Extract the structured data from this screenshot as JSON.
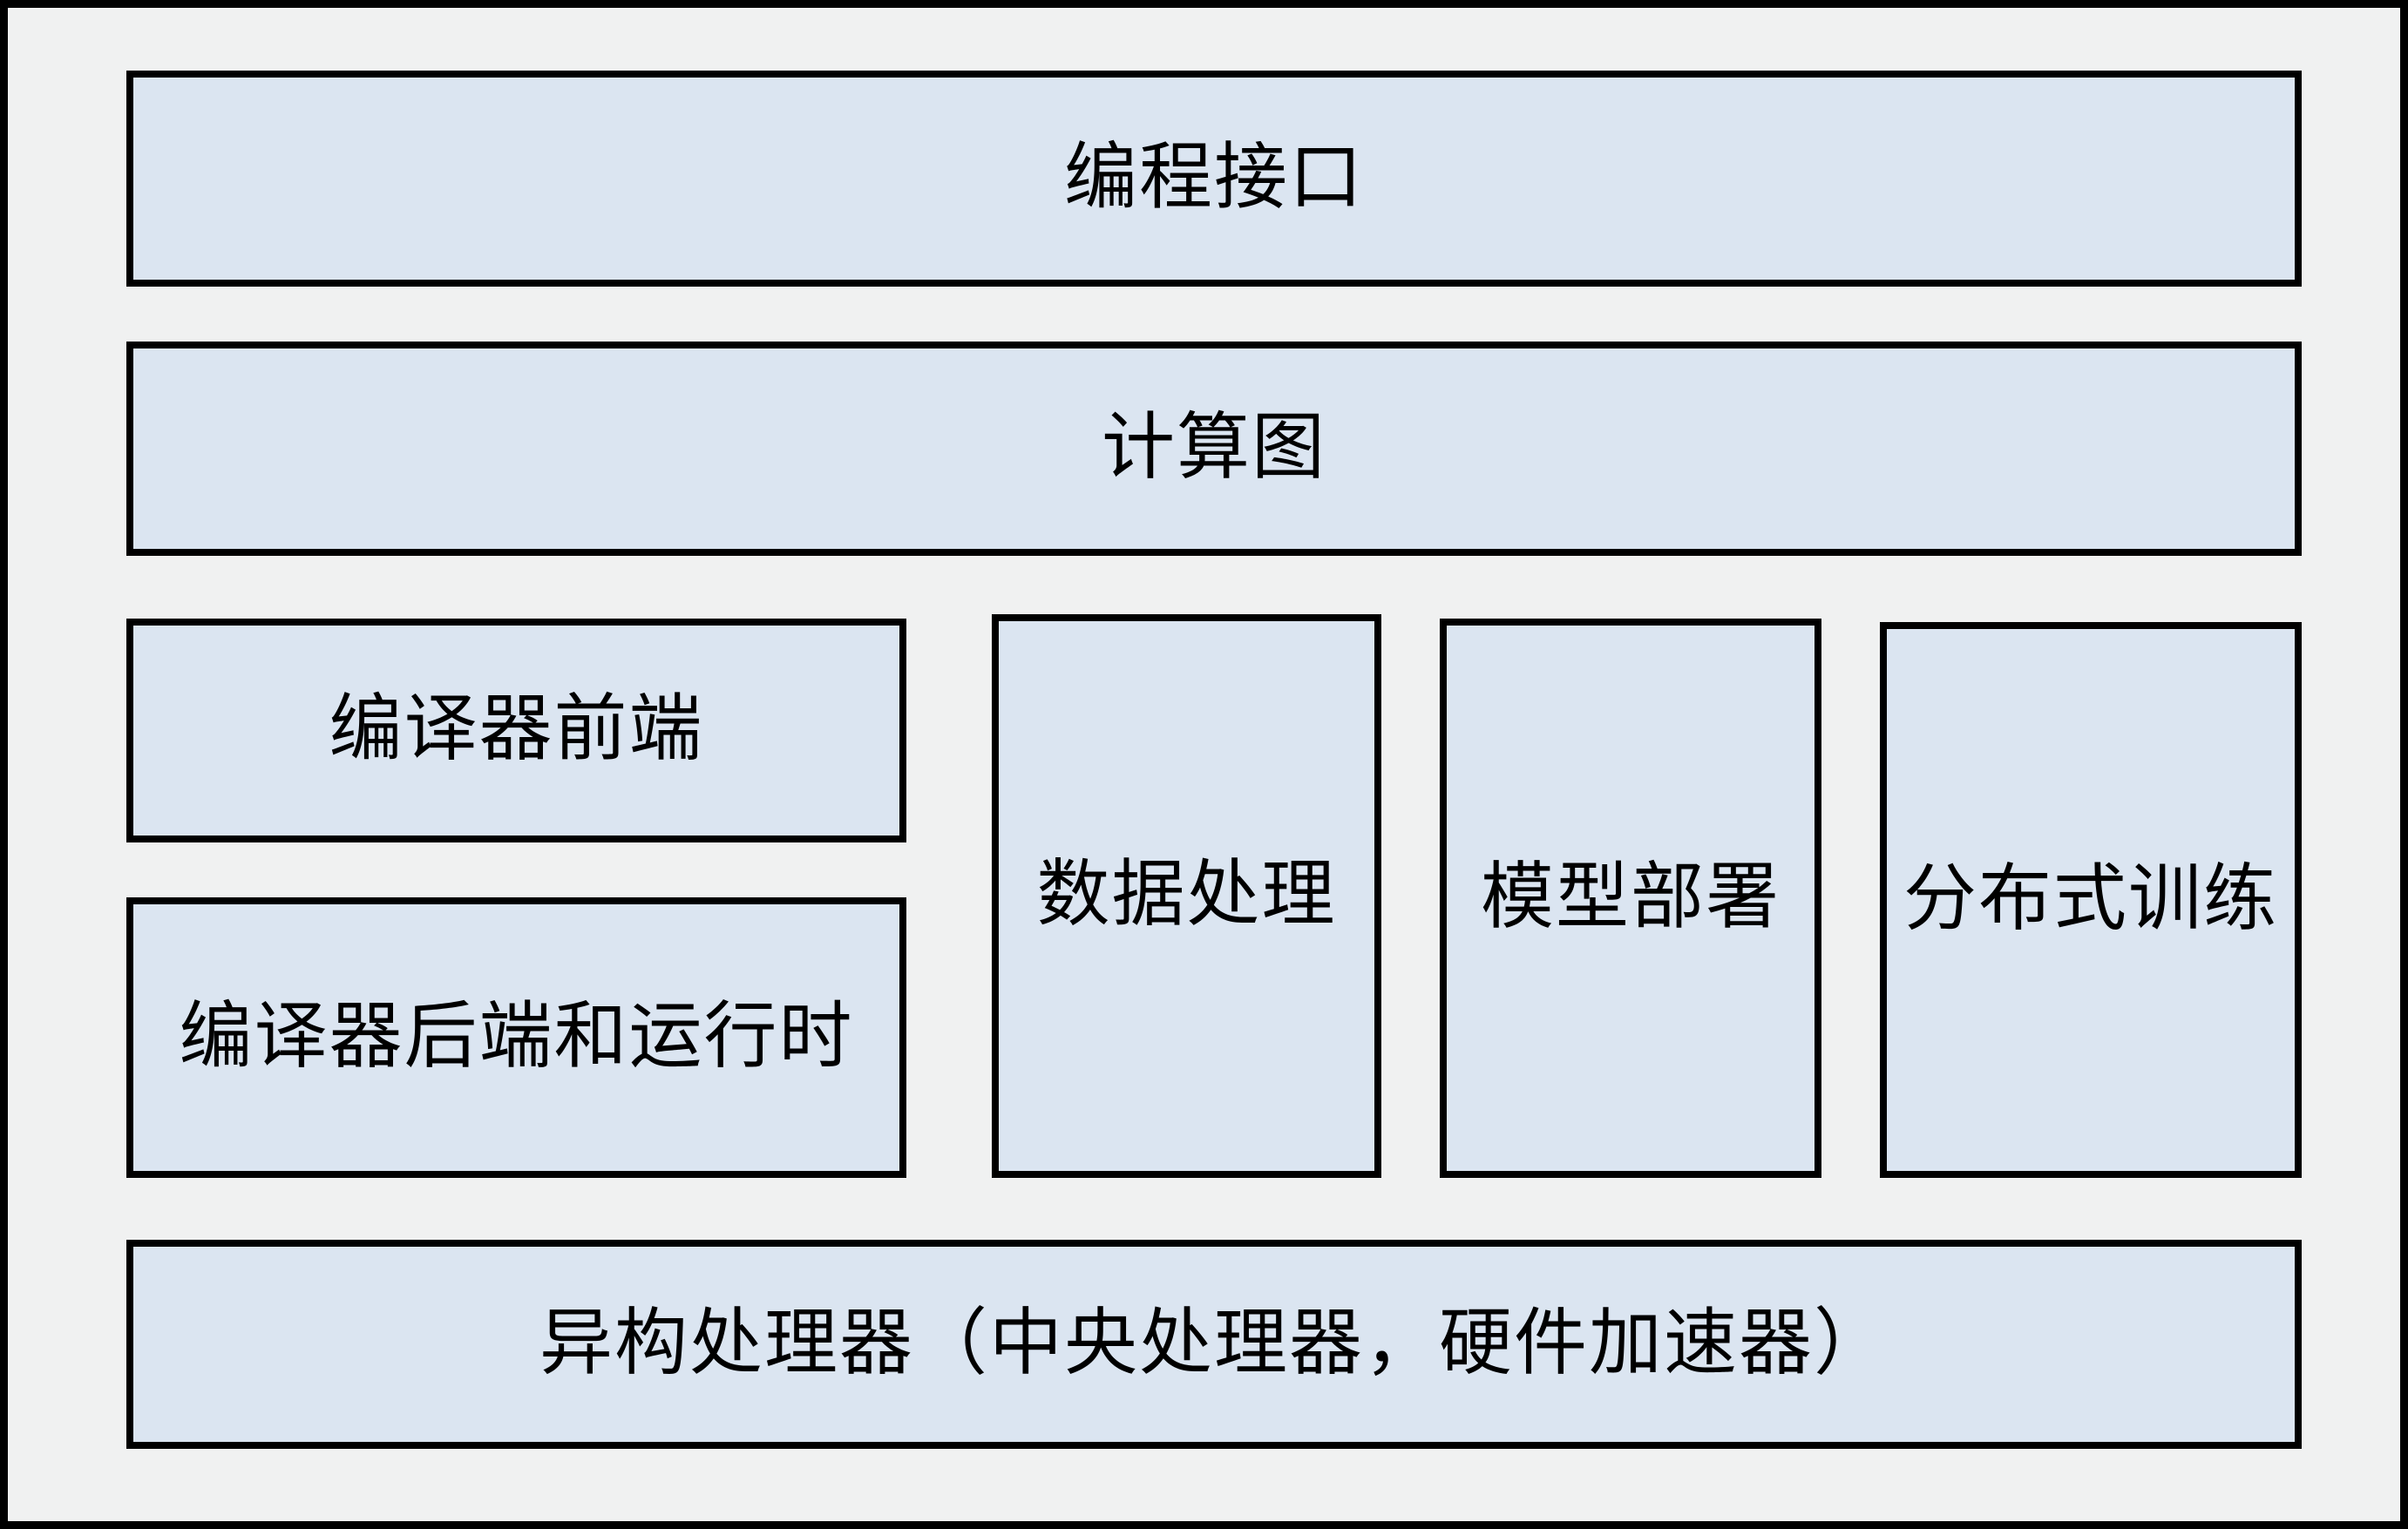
{
  "diagram": {
    "type": "layered-architecture",
    "colors": {
      "canvas_background": "#f0f1f1",
      "box_fill": "#dbe5f1",
      "border": "#000000",
      "text": "#000000"
    },
    "layers": {
      "programming_interface": "编程接口",
      "computation_graph": "计算图",
      "compiler_frontend": "编译器前端",
      "compiler_backend_runtime": "编译器后端和运行时",
      "data_processing": "数据处理",
      "model_deployment": "模型部署",
      "distributed_training": "分布式训练",
      "hardware": "异构处理器（中央处理器，硬件加速器）"
    }
  }
}
